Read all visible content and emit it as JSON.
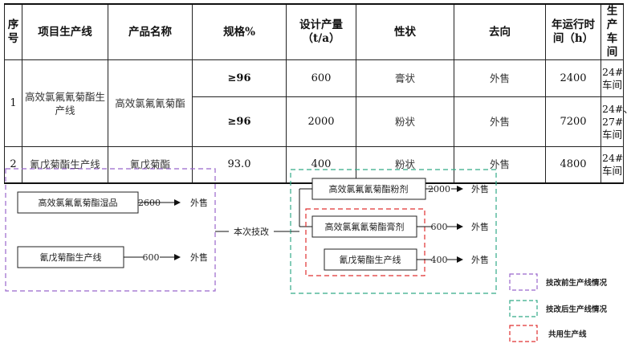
{
  "table": {
    "headers": {
      "no": "序号",
      "line": "项目生产线",
      "product": "产品名称",
      "spec": "规格%",
      "capacity": "设计产量（t/a）",
      "form": "性状",
      "dest": "去向",
      "hours": "年运行时间（h）",
      "workshop": "生产车间"
    },
    "rows": [
      {
        "no": "1",
        "line": "高效氯氟氰菊酯生产线",
        "product": "高效氯氟氰菊酯",
        "sub": [
          {
            "spec": "≥96",
            "capacity": "600",
            "form": "膏状",
            "dest": "外售",
            "hours": "2400",
            "workshop": "24#车间"
          },
          {
            "spec": "≥96",
            "capacity": "2000",
            "form": "粉状",
            "dest": "外售",
            "hours": "7200",
            "workshop": "24#、27#车间"
          }
        ]
      },
      {
        "no": "2",
        "line": "氰戊菊酯生产线",
        "product": "氰戊菊酯",
        "spec": "93.0",
        "capacity": "400",
        "form": "粉状",
        "dest": "外售",
        "hours": "4800",
        "workshop": "24#车间"
      }
    ]
  },
  "diagram": {
    "before": {
      "boxes": [
        "高效氯氟氰菊酯湿品",
        "氰戊菊酯生产线"
      ],
      "flows": [
        {
          "value": "2600",
          "dest": "外售"
        },
        {
          "value": "600",
          "dest": "外售"
        }
      ]
    },
    "connector_label": "本次技改",
    "after": {
      "boxes": [
        "高效氯氟氰菊酯粉剂",
        "高效氯氟氰菊酯膏剂",
        "氰戊菊酯生产线"
      ],
      "flows": [
        {
          "value": "2000",
          "dest": "外售"
        },
        {
          "value": "600",
          "dest": "外售"
        },
        {
          "value": "400",
          "dest": "外售"
        }
      ]
    },
    "legend": [
      {
        "label": "技改前生产线情况",
        "color": "#9966cc"
      },
      {
        "label": "技改后生产线情况",
        "color": "#33aa88"
      },
      {
        "label": "共用生产线",
        "color": "#e03030"
      }
    ]
  }
}
